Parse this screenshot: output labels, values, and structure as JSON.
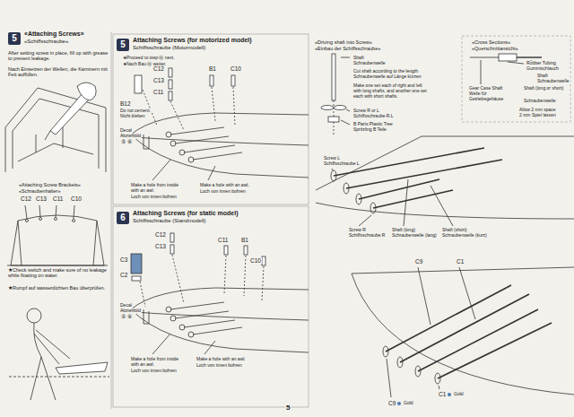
{
  "diagram": {
    "nodes": [
      {
        "text": [
          "5",
          "«Attaching Screws»",
          "«Schiffsschraube»"
        ]
      },
      {
        "text": [
          "5",
          "Attaching Screws (for motorized model)",
          "Schiffsschraube (Motormodell)"
        ]
      },
      {
        "text": [
          "6",
          "Attaching Screws (for static model)",
          "Schiffsschraube (Standmodell)"
        ]
      }
    ],
    "labels": [
      "After setting screw in place, fill up with grease to prevent leakage.",
      "Nach Einsetzen der Wellen, die Kammern mit Fett auffüllen.",
      "«Attaching Screw Brackets»",
      "«Schraubenhalter»",
      "C12",
      "C13",
      "C11",
      "C10",
      "★Check switch and make sure of no leakage while floating on water.",
      "★Rumpf auf wasserdichten Bau überprüfen.",
      "★Proceed to step ⓐ next.",
      "★Nach Bau ⓐ weiter.",
      "C12",
      "C13",
      "C11",
      "B1",
      "C10",
      "B12",
      "Do not cement.",
      "Nicht kleben",
      "Decal",
      "Abziehbild",
      "⑤ ⑥",
      "Make a hole from inside with an awl.",
      "Loch von innen bohren",
      "Make a hole with an awl.",
      "Loch von innen bohren",
      "C12",
      "C13",
      "C11",
      "B1",
      "C3",
      "C2",
      "C10",
      "Decal",
      "Abziehbild",
      "⑤ ⑥",
      "Make a hole from inside with an awl.",
      "Loch von innen bohren",
      "Make a hole with an awl.",
      "Loch von innen bohren",
      "«Driving shaft into Screw»",
      "«Einbau der Schiffsschraube»",
      "Shaft",
      "Schraubenwelle",
      "Cut shaft according to the length",
      "Schraubenwelle auf Länge kürzen",
      "Make one set each of right and left with long shafts, and another one set each with short shafts.",
      "Screw R or L",
      "Schiffsschraube R.L",
      "B Parts Plastic Tree",
      "Spritzling B Teile",
      "«Cross Sections»",
      "«Querschnittansicht»",
      "Rubber Tubing",
      "Gummischlauch",
      "Shaft",
      "Schraubenwelle",
      "Gear Case Shaft",
      "Welle für Getriebegehäuse",
      "Shaft (long or short)",
      "Schraubenwelle",
      "Allow 2 mm space",
      "2 mm Spiel lassen",
      "Screw L",
      "Schiffsschraube L",
      "Screw R",
      "Schiffsschraube R",
      "Shaft (long)",
      "Schraubenwelle (lang)",
      "Shaft (short)",
      "Schraubenwelle (kurz)",
      "C9",
      "C1",
      "C9",
      "Gold",
      "C1",
      "Gold",
      "5"
    ]
  }
}
